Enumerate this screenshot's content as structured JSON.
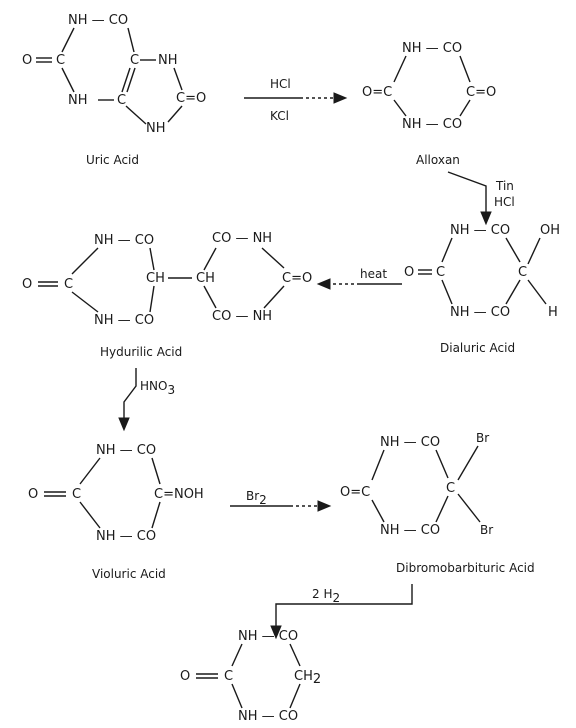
{
  "compounds": {
    "uric_acid": "Uric Acid",
    "alloxan": "Alloxan",
    "dialuric_acid": "Dialuric Acid",
    "hydurilic_acid": "Hydurilic Acid",
    "violuric_acid": "Violuric Acid",
    "dibromobarbituric_acid": "Dibromobarbituric Acid"
  },
  "reagents": {
    "uric_to_alloxan_top": "HCl",
    "uric_to_alloxan_bottom": "KCl",
    "alloxan_to_dialuric_1": "Tin",
    "alloxan_to_dialuric_2": "HCl",
    "dialuric_to_hydurilic": "heat",
    "hydurilic_to_violuric_main": "HNO",
    "hydurilic_to_violuric_sub": "3",
    "violuric_to_dibromo_main": "Br",
    "violuric_to_dibromo_sub": "2",
    "dibromo_to_final_main": "2 H",
    "dibromo_to_final_sub": "2"
  },
  "atoms": {
    "nh_co": "NH — CO",
    "co_nh": "CO — NH",
    "o": "O",
    "c": "C",
    "c_dbl_o_right": "C=O",
    "o_dbl_c": "O=C",
    "nh": "NH",
    "oh": "OH",
    "h": "H",
    "ch": "CH",
    "ch2_main": "CH",
    "ch2_sub": "2",
    "c_dbl_noh": "C=NOH",
    "br": "Br"
  }
}
